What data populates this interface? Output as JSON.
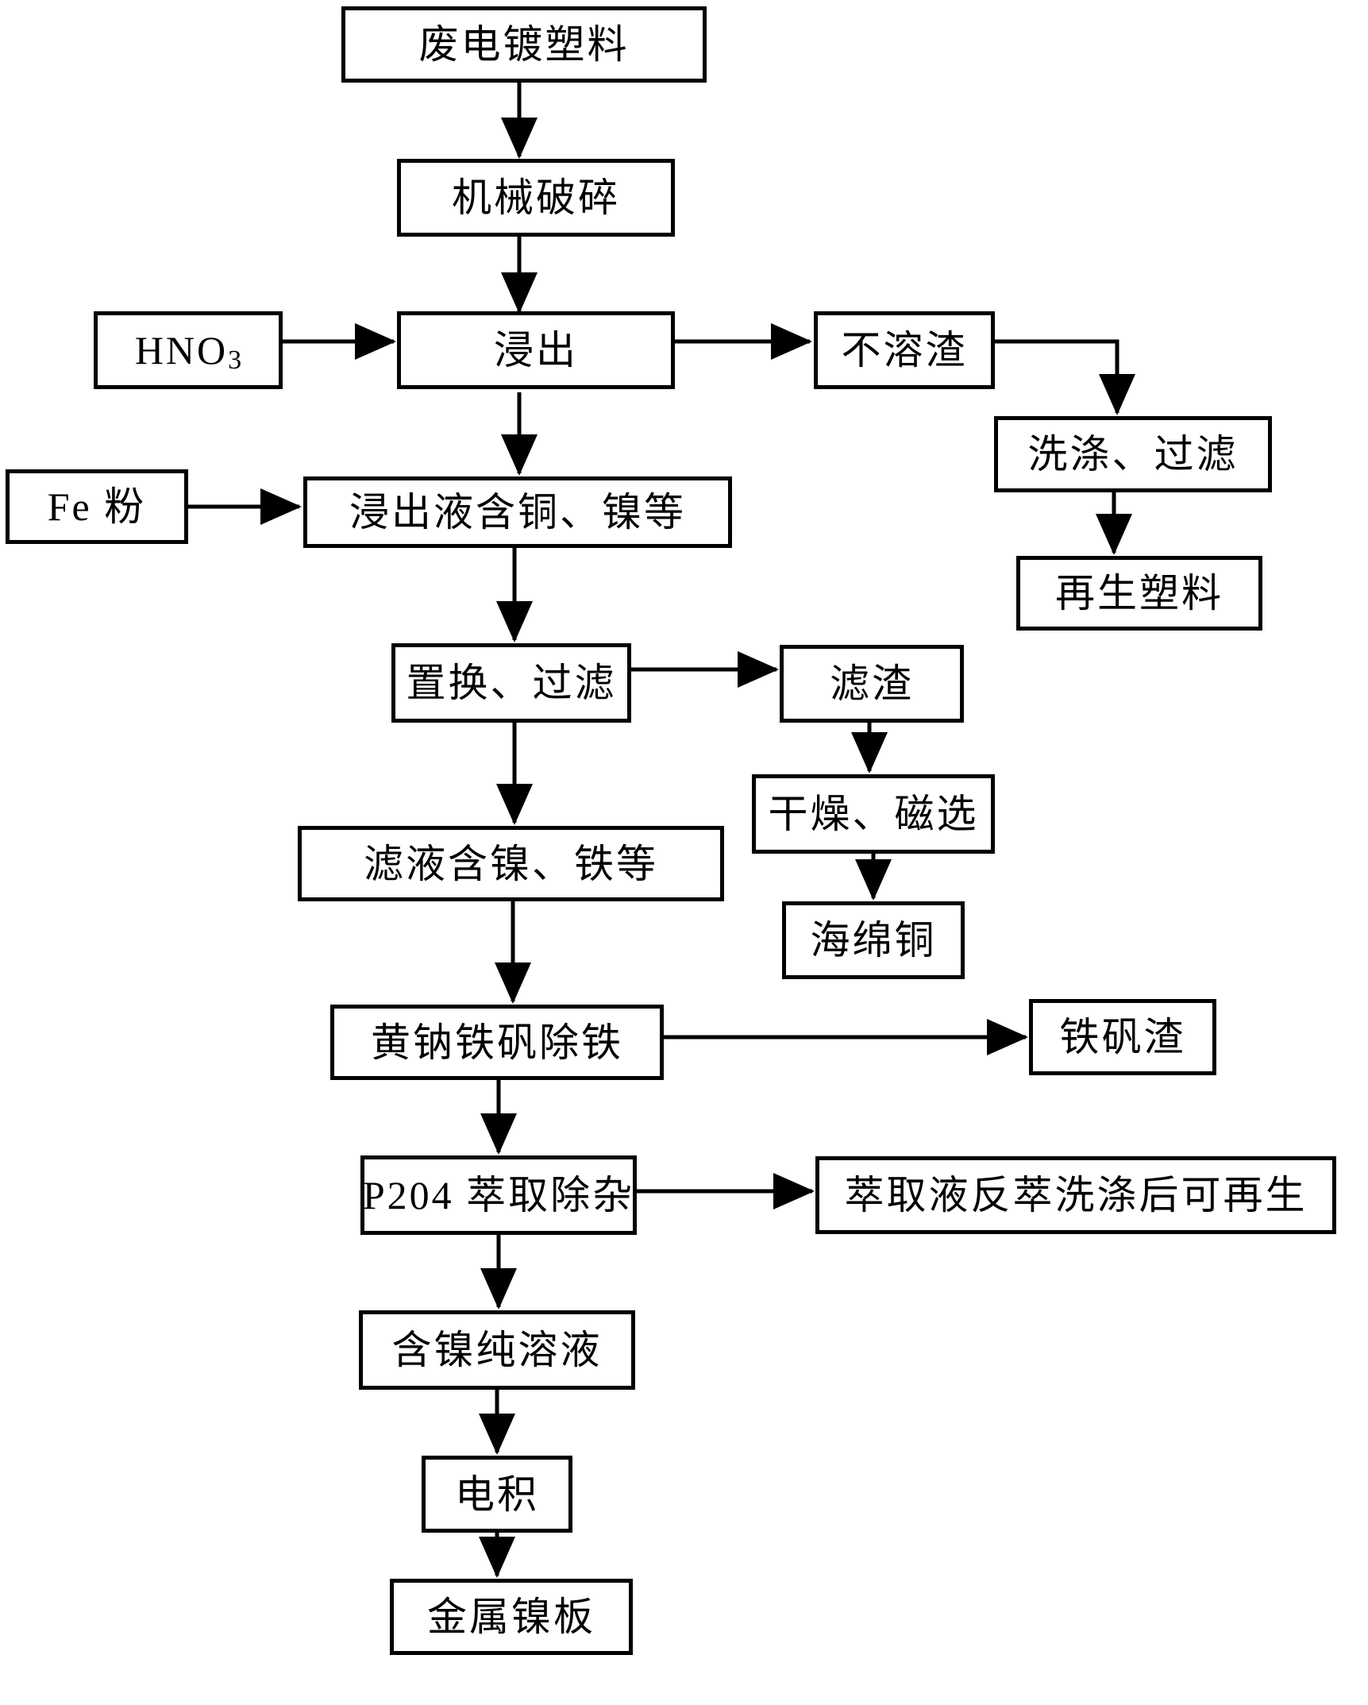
{
  "figure": {
    "background_color": "#ffffff",
    "line_color": "#000000",
    "nodes": {
      "waste_plated_plastic": "废电镀塑料",
      "mechanical_crushing": "机械破碎",
      "hno3_base": "HNO",
      "hno3_sub": "3",
      "leaching": "浸出",
      "insoluble_residue": "不溶渣",
      "washing_filtering": "洗涤、过滤",
      "recycled_plastic": "再生塑料",
      "fe_powder": "Fe 粉",
      "leachate_cu_ni": "浸出液含铜、镍等",
      "replacement_filtering": "置换、过滤",
      "filter_residue": "滤渣",
      "drying_magnetic_separation": "干燥、磁选",
      "sponge_copper": "海绵铜",
      "filtrate_ni_fe": "滤液含镍、铁等",
      "jarosite_iron_removal": "黄钠铁矾除铁",
      "jarosite_residue": "铁矾渣",
      "p204_extraction": "P204 萃取除杂",
      "extract_regeneration": "萃取液反萃洗涤后可再生",
      "pure_nickel_solution": "含镍纯溶液",
      "electrowinning": "电积",
      "nickel_plate": "金属镍板"
    }
  }
}
